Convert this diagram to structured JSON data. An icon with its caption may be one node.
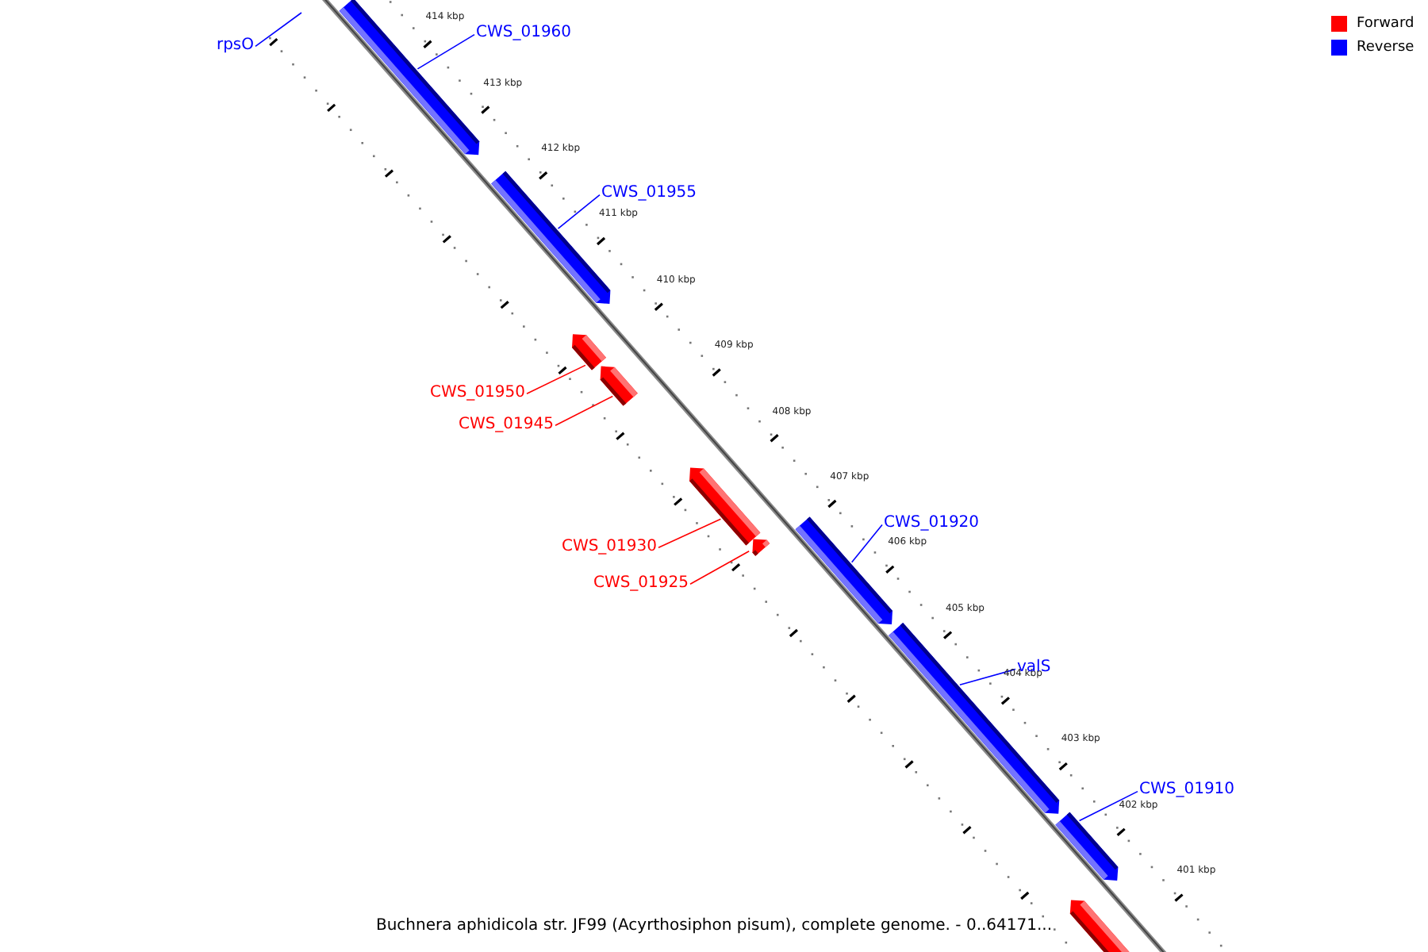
{
  "diagram": {
    "caption": "Buchnera aphidicola str. JF99 (Acyrthosiphon pisum), complete genome. - 0..64171...",
    "nodes": [
      {
        "text": [
          "rpsO"
        ]
      },
      {
        "text": [
          "CWS_01960"
        ]
      },
      {
        "text": [],
        "shape": "bar"
      },
      {
        "text": [
          "CWS_01955"
        ]
      },
      {
        "text": [],
        "shape": "bar"
      },
      {
        "text": [
          "CWS_01950"
        ]
      },
      {
        "text": [],
        "shape": "bar"
      },
      {
        "text": [
          "CWS_01945"
        ]
      },
      {
        "text": [],
        "shape": "bar"
      },
      {
        "text": [
          "CWS_01930"
        ]
      },
      {
        "text": [],
        "shape": "bar"
      },
      {
        "text": [
          "CWS_01925"
        ]
      },
      {
        "text": [],
        "shape": "bar"
      },
      {
        "text": [
          "CWS_01920"
        ]
      },
      {
        "text": [],
        "shape": "bar"
      },
      {
        "text": [
          "valS"
        ]
      },
      {
        "text": [],
        "shape": "bar"
      },
      {
        "text": [
          "CWS_01910"
        ]
      },
      {
        "text": [],
        "shape": "bar"
      },
      {
        "text": [],
        "shape": "bar"
      }
    ],
    "edges": [
      {
        "from": 0,
        "to": null,
        "arrow": "none"
      },
      {
        "from": 1,
        "to": 2,
        "arrow": "none"
      },
      {
        "from": 3,
        "to": 4,
        "arrow": "none"
      },
      {
        "from": 5,
        "to": 6,
        "arrow": "none",
        "color": "#ff0000"
      },
      {
        "from": 7,
        "to": 8,
        "arrow": "none",
        "color": "#ff0000"
      },
      {
        "from": 9,
        "to": 10,
        "arrow": "none",
        "color": "#ff0000"
      },
      {
        "from": 11,
        "to": 12,
        "arrow": "none",
        "color": "#ff0000"
      },
      {
        "from": 13,
        "to": 14,
        "arrow": "none"
      },
      {
        "from": 15,
        "to": 16,
        "arrow": "none"
      },
      {
        "from": 17,
        "to": 18,
        "arrow": "none"
      }
    ],
    "labels": [
      "414 kbp",
      "413 kbp",
      "412 kbp",
      "411 kbp",
      "410 kbp",
      "409 kbp",
      "408 kbp",
      "407 kbp",
      "406 kbp",
      "405 kbp",
      "404 kbp",
      "403 kbp",
      "402 kbp",
      "401 kbp"
    ],
    "legend": [
      {
        "text": "Forward",
        "color": "#ff0000"
      },
      {
        "text": "Reverse",
        "color": "#0000ff"
      }
    ]
  }
}
